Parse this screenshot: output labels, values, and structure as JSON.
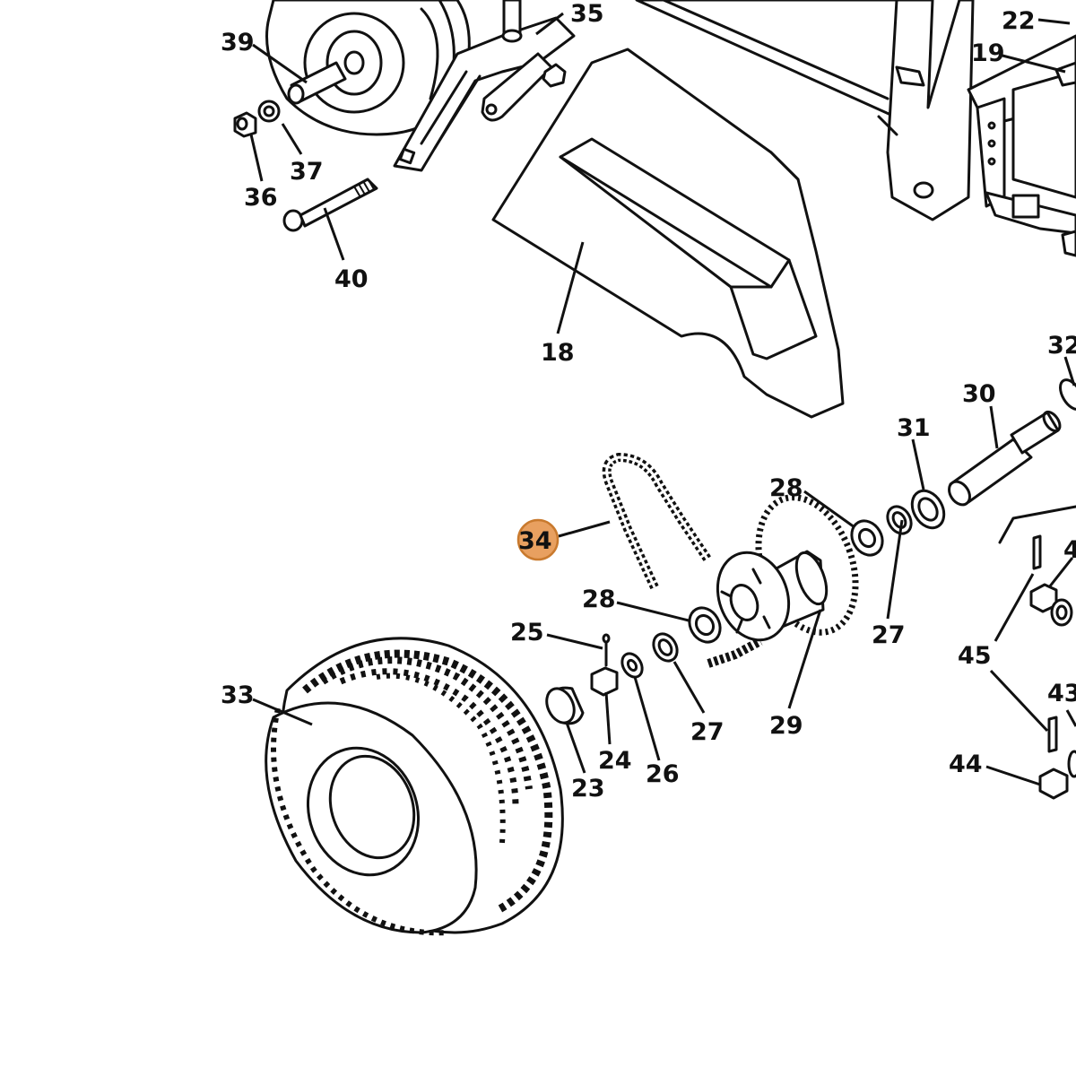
{
  "diagram": {
    "highlight_color": "#e8a060",
    "highlight_stroke": "#c97a2e",
    "ink_color": "#111111",
    "labels": {
      "p39": "39",
      "p35": "35",
      "p22": "22",
      "p19": "19",
      "p37": "37",
      "p36": "36",
      "p40": "40",
      "p18": "18",
      "p32": "32",
      "p30": "30",
      "p31": "31",
      "p28a": "28",
      "p34": "34",
      "p28b": "28",
      "p27a": "27",
      "p4": "4",
      "p25": "25",
      "p45": "45",
      "p33": "33",
      "p29": "29",
      "p27b": "27",
      "p43": "43",
      "p24": "24",
      "p26": "26",
      "p23": "23",
      "p44": "44"
    },
    "highlighted_part": "34"
  }
}
